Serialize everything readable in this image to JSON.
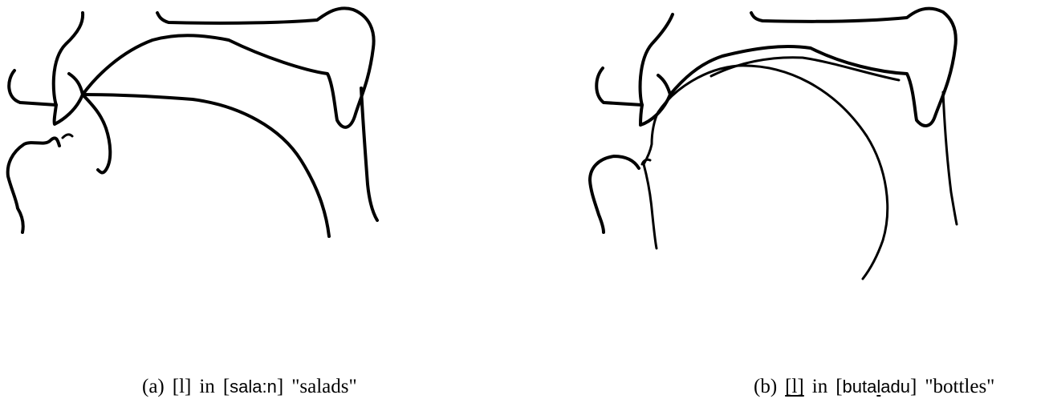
{
  "captions": {
    "a": {
      "label": "(a)",
      "segment": "[l]",
      "in": "in",
      "word": "sala:n",
      "gloss": "\"salads\""
    },
    "b": {
      "label": "(b)",
      "segment": "[l]",
      "in": "in",
      "word_pre": "buta",
      "word_ul": "l",
      "word_post": "adu",
      "gloss": "\"bottles\""
    }
  }
}
